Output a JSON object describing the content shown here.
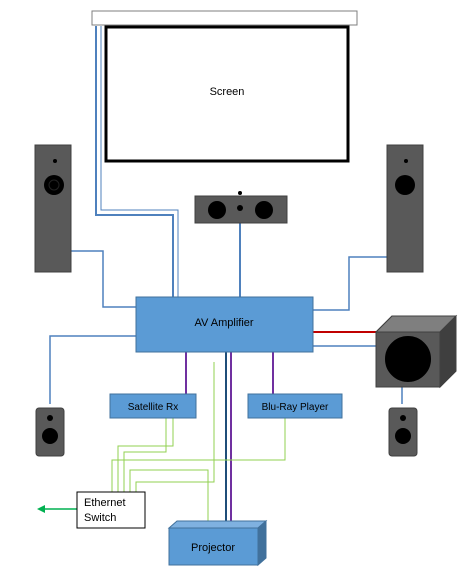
{
  "labels": {
    "screen": "Screen",
    "av_amplifier": "AV Amplifier",
    "satellite_rx": "Satellite Rx",
    "bluray_player": "Blu-Ray Player",
    "ethernet_switch_line1": "Ethernet",
    "ethernet_switch_line2": "Switch",
    "projector": "Projector"
  },
  "colors": {
    "box_fill": "#5b9bd5",
    "box_stroke": "#41719c",
    "speaker_body": "#595959",
    "speaker_driver": "#000000",
    "speaker_cabinet": "#3f3f3f",
    "speaker_wire": "#4f81bd",
    "hdmi_wire": "#7030a0",
    "sub_wire": "#c00000",
    "network_wire": "#92d050",
    "video_wire": "#00b0f0",
    "dark_wire": "#1f4e79",
    "arrow": "#00b050"
  }
}
